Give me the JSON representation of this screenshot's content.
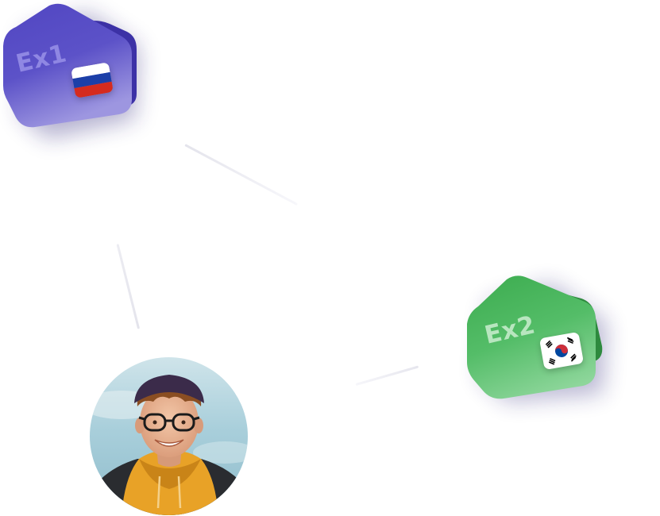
{
  "colors": {
    "connector": "#e9e9f1",
    "ex1_card": "#5a4fc4",
    "ex2_card": "#4fba63",
    "flag_ru": [
      "#ffffff",
      "#1c3fa8",
      "#d52b1e"
    ],
    "flag_kr": [
      "#ffffff",
      "#cd2e3a",
      "#0047a0",
      "#000000"
    ]
  },
  "nodes": [
    {
      "label": "Ex1",
      "flag": "russia-flag-icon"
    },
    {
      "label": "Ex2",
      "flag": "south-korea-flag-icon"
    }
  ],
  "avatar": {
    "icon": "user-avatar-photo"
  }
}
